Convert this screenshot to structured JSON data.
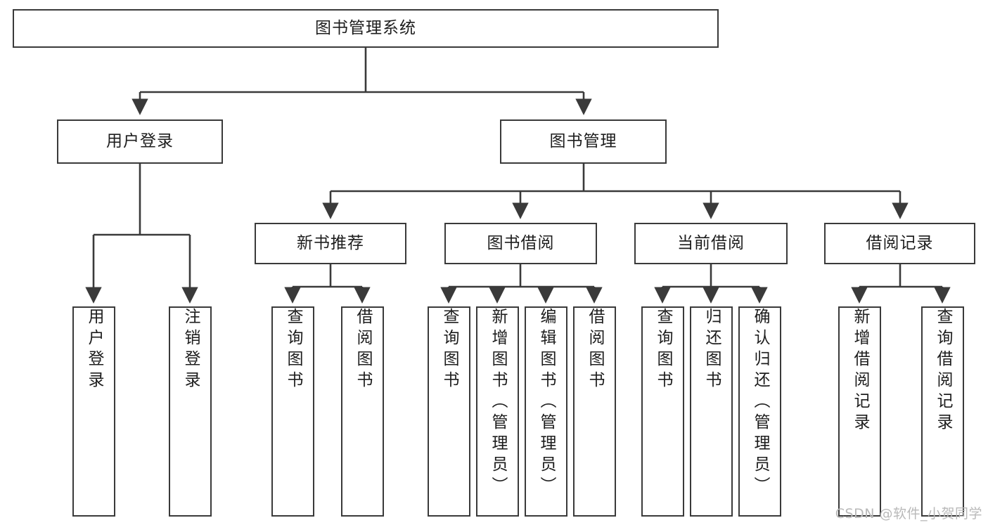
{
  "diagram": {
    "title": "图书管理系统",
    "type": "tree-hierarchy",
    "stroke_color": "#3a3a3a",
    "fill_color": "#ffffff",
    "text_color": "#1d1d1d"
  },
  "nodes": {
    "root": {
      "label": "图书管理系统"
    },
    "level1": [
      {
        "id": "user-login",
        "label": "用户登录"
      },
      {
        "id": "book-manage",
        "label": "图书管理"
      }
    ],
    "level2": [
      {
        "id": "new-book-recommend",
        "label": "新书推荐"
      },
      {
        "id": "book-borrow",
        "label": "图书借阅"
      },
      {
        "id": "current-borrow",
        "label": "当前借阅"
      },
      {
        "id": "borrow-record",
        "label": "借阅记录"
      }
    ],
    "leaves": {
      "user_login": [
        {
          "id": "leaf-user-login",
          "label": "用户登录"
        },
        {
          "id": "leaf-user-logout",
          "label": "注销登录"
        }
      ],
      "new_book_recommend": [
        {
          "id": "leaf-query-book-1",
          "label": "查询图书"
        },
        {
          "id": "leaf-borrow-book-1",
          "label": "借阅图书"
        }
      ],
      "book_borrow": [
        {
          "id": "leaf-query-book-2",
          "label": "查询图书"
        },
        {
          "id": "leaf-add-book",
          "label": "新增图书（管理员）"
        },
        {
          "id": "leaf-edit-book",
          "label": "编辑图书（管理员）"
        },
        {
          "id": "leaf-borrow-book-2",
          "label": "借阅图书"
        }
      ],
      "current_borrow": [
        {
          "id": "leaf-query-book-3",
          "label": "查询图书"
        },
        {
          "id": "leaf-return-book",
          "label": "归还图书"
        },
        {
          "id": "leaf-confirm-return",
          "label": "确认归还（管理员）"
        }
      ],
      "borrow_record": [
        {
          "id": "leaf-add-record",
          "label": "新增借阅记录"
        },
        {
          "id": "leaf-query-record",
          "label": "查询借阅记录"
        }
      ]
    }
  },
  "watermark": {
    "text": "CSDN @软件_小贺同学"
  }
}
